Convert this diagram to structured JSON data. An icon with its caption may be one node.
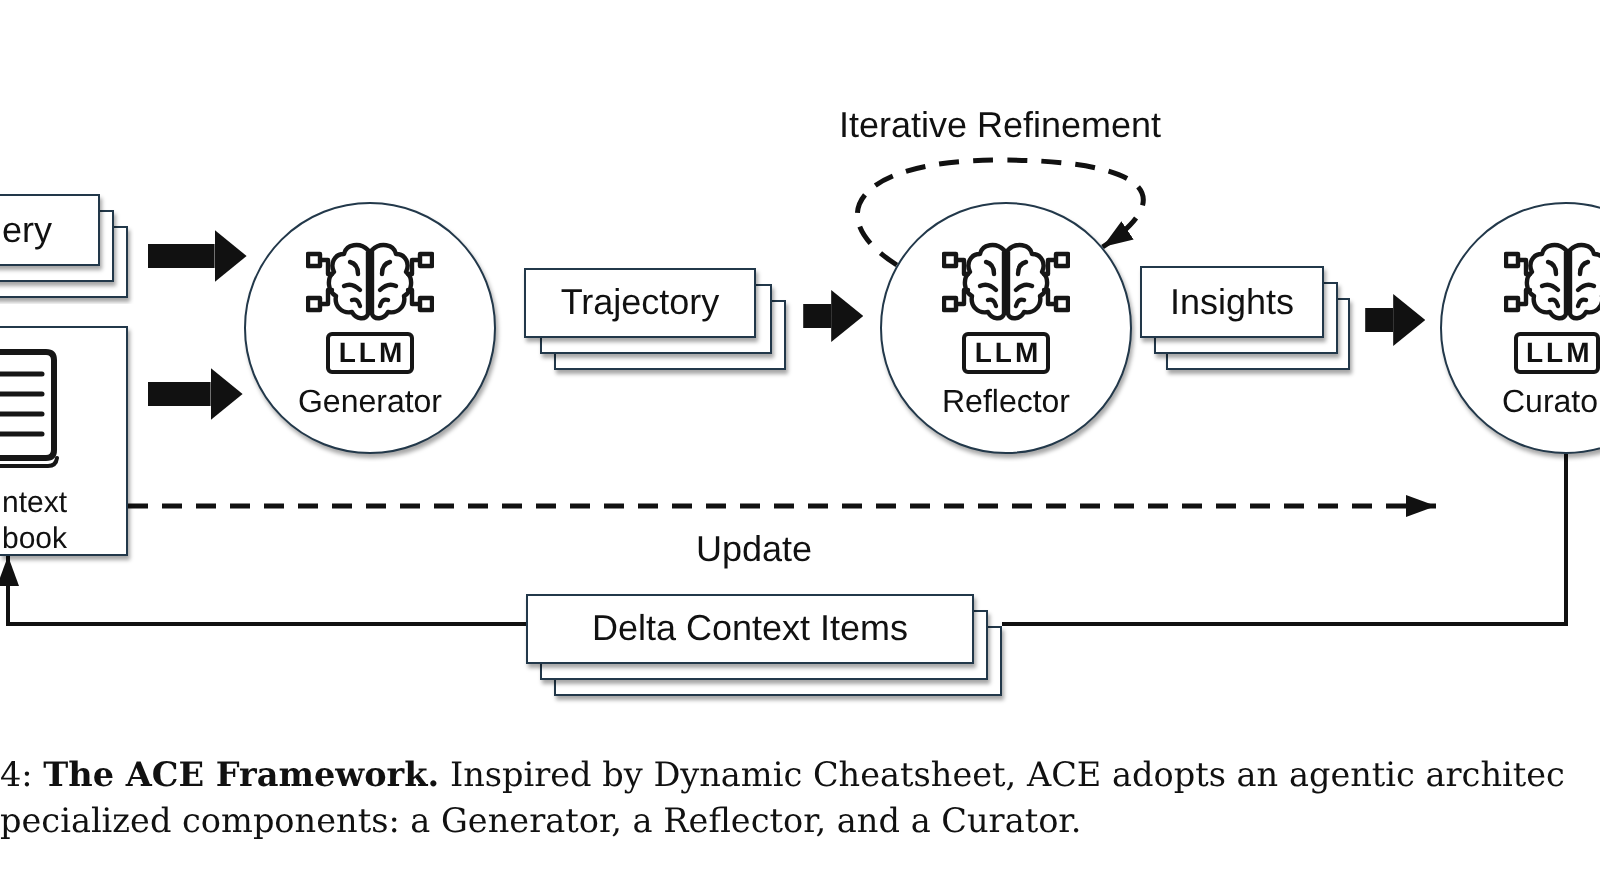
{
  "diagram": {
    "caption": "4: **The ACE Framework.** Inspired by Dynamic Cheatsheet, ACE adopts an agentic architec pecialized components: a Generator, a Reflector, and a Curator.",
    "nodes": [
      {
        "text": [
          "ery"
        ]
      },
      {
        "text": [
          "ntext book"
        ]
      },
      {
        "text": [
          "LLM",
          "Generator"
        ]
      },
      {
        "text": [
          "Trajectory"
        ]
      },
      {
        "text": [
          "LLM",
          "Reflector"
        ]
      },
      {
        "text": [
          "Insights"
        ]
      },
      {
        "text": [
          "LLM",
          "Curato"
        ]
      },
      {
        "text": [
          "Delta Context Items"
        ],
        "beside": [
          "Update"
        ]
      }
    ],
    "edges": [
      {
        "from": 0,
        "to": 2,
        "arrow": "to",
        "style": "thick"
      },
      {
        "from": 1,
        "to": 2,
        "arrow": "to",
        "style": "thick"
      },
      {
        "from": 3,
        "to": 4,
        "arrow": "to",
        "style": "thick"
      },
      {
        "from": 4,
        "to": 4,
        "arrow": "to",
        "style": "dashed",
        "label": "Iterative Refinement"
      },
      {
        "from": 5,
        "to": 6,
        "arrow": "to",
        "style": "thick"
      },
      {
        "from": 1,
        "to": 6,
        "arrow": "to",
        "style": "dashed"
      },
      {
        "from": 6,
        "to": 7,
        "arrow": "none"
      },
      {
        "from": 7,
        "to": 1,
        "arrow": "to"
      }
    ]
  }
}
